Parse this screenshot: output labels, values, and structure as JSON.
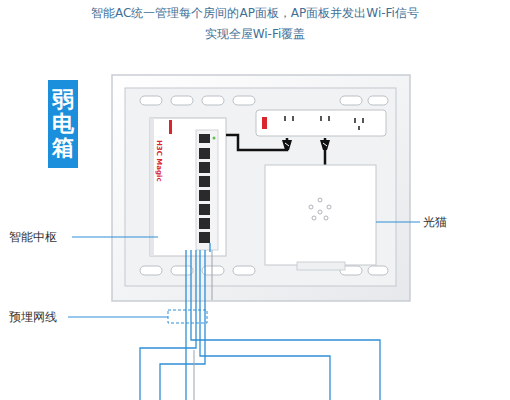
{
  "diagram": {
    "title": "智能AC统一管理每个房间的AP面板，AP面板并发出Wi-Fi信号 实现全屋Wi-Fi覆盖",
    "nodes": [
      {
        "text": [
          "弱电箱"
        ]
      }
    ],
    "labels": [
      "H3C Magic",
      "智能中枢",
      "光猫",
      "预埋网线"
    ]
  }
}
